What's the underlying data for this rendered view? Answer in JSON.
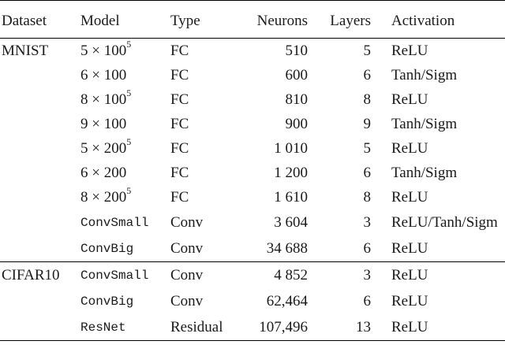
{
  "table": {
    "headers": [
      "Dataset",
      "Model",
      "Type",
      "Neurons",
      "Layers",
      "Activation"
    ],
    "groups": [
      {
        "dataset": "MNIST",
        "rows": [
          {
            "model": "5 × 100",
            "sup": "5",
            "mono": false,
            "type": "FC",
            "neurons": "510",
            "layers": "5",
            "activation": "ReLU"
          },
          {
            "model": "6 × 100",
            "sup": "",
            "mono": false,
            "type": "FC",
            "neurons": "600",
            "layers": "6",
            "activation": "Tanh/Sigm"
          },
          {
            "model": "8 × 100",
            "sup": "5",
            "mono": false,
            "type": "FC",
            "neurons": "810",
            "layers": "8",
            "activation": "ReLU"
          },
          {
            "model": "9 × 100",
            "sup": "",
            "mono": false,
            "type": "FC",
            "neurons": "900",
            "layers": "9",
            "activation": "Tanh/Sigm"
          },
          {
            "model": "5 × 200",
            "sup": "5",
            "mono": false,
            "type": "FC",
            "neurons": "1 010",
            "layers": "5",
            "activation": "ReLU"
          },
          {
            "model": "6 × 200",
            "sup": "",
            "mono": false,
            "type": "FC",
            "neurons": "1 200",
            "layers": "6",
            "activation": "Tanh/Sigm"
          },
          {
            "model": "8 × 200",
            "sup": "5",
            "mono": false,
            "type": "FC",
            "neurons": "1 610",
            "layers": "8",
            "activation": "ReLU"
          },
          {
            "model": "ConvSmall",
            "sup": "",
            "mono": true,
            "type": "Conv",
            "neurons": "3 604",
            "layers": "3",
            "activation": "ReLU/Tanh/Sigm"
          },
          {
            "model": "ConvBig",
            "sup": "",
            "mono": true,
            "type": "Conv",
            "neurons": "34 688",
            "layers": "6",
            "activation": "ReLU"
          }
        ]
      },
      {
        "dataset": "CIFAR10",
        "rows": [
          {
            "model": "ConvSmall",
            "sup": "",
            "mono": true,
            "type": "Conv",
            "neurons": "4 852",
            "layers": "3",
            "activation": "ReLU"
          },
          {
            "model": "ConvBig",
            "sup": "",
            "mono": true,
            "type": "Conv",
            "neurons": "62,464",
            "layers": "6",
            "activation": "ReLU"
          },
          {
            "model": "ResNet",
            "sup": "",
            "mono": true,
            "type": "Residual",
            "neurons": "107,496",
            "layers": "13",
            "activation": "ReLU"
          }
        ]
      }
    ]
  }
}
